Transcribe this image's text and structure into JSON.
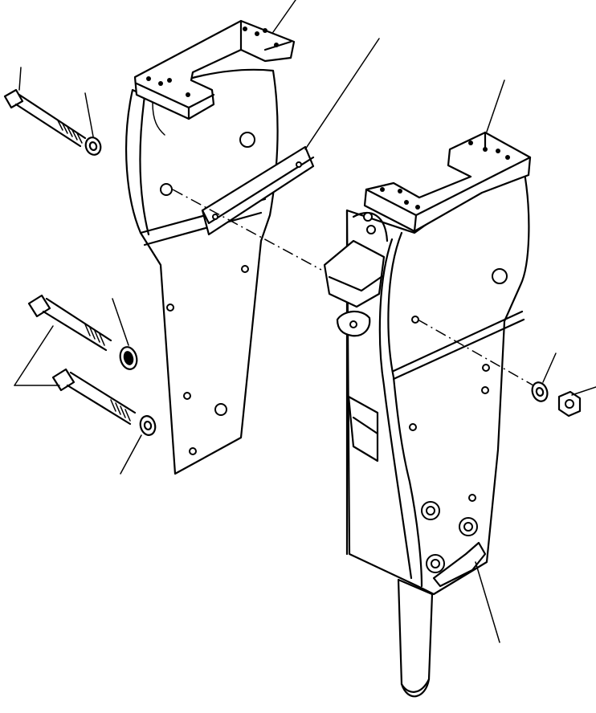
{
  "figure": {
    "kind": "exploded parts drawing",
    "background_color": "#ffffff",
    "line_color": "#000000"
  },
  "parts": [
    "left-side-plate",
    "left-top-bracket",
    "spacer-plate",
    "right-breaker-body",
    "right-top-bracket",
    "chisel-tool",
    "long-bolt-top",
    "long-bolt-middle",
    "long-bolt-lower",
    "washer-top",
    "lock-washer-middle",
    "washer-lower",
    "washer-right",
    "nut-right",
    "pivot-bracket",
    "retainer-clip"
  ],
  "callout_leaders": 11
}
